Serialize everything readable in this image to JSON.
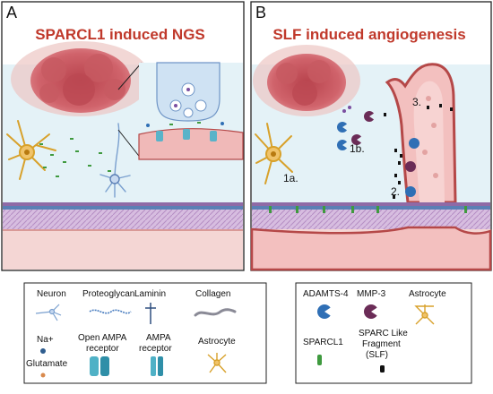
{
  "panel_a": {
    "letter": "A",
    "title": "SPARCL1 induced NGS"
  },
  "panel_b": {
    "letter": "B",
    "title": "SLF induced angiogenesis",
    "step_1a": "1a.",
    "step_1b": "1b.",
    "step_2": "2.",
    "step_3": "3."
  },
  "legend_a": {
    "neuron": "Neuron",
    "proteoglycan": "Proteoglycan",
    "laminin": "Laminin",
    "collagen": "Collagen",
    "na": "Na+",
    "glutamate": "Glutamate",
    "open_ampa_line1": "Open AMPA",
    "open_ampa_line2": "receptor",
    "ampa_line1": "AMPA",
    "ampa_line2": "receptor",
    "astrocyte": "Astrocyte"
  },
  "legend_b": {
    "adamts4": "ADAMTS-4",
    "mmp3": "MMP-3",
    "astrocyte": "Astrocyte",
    "sparcl1": "SPARCL1",
    "slf_line1": "SPARC Like",
    "slf_line2": "Fragment",
    "slf_line3": "(SLF)"
  },
  "colors": {
    "title_red": "#c0392b",
    "tumor": "#c9505a",
    "vessel": "#e9a9a9",
    "vessel_wall": "#b54848",
    "adamts4_blue": "#2f6fb5",
    "mmp3_purple": "#6b2c57",
    "sparcl1_green": "#3f9a3f",
    "astrocyte_gold": "#d8a12a",
    "tissue_bg": "#e6f3f8",
    "membrane_purple": "#c8a9d4"
  }
}
